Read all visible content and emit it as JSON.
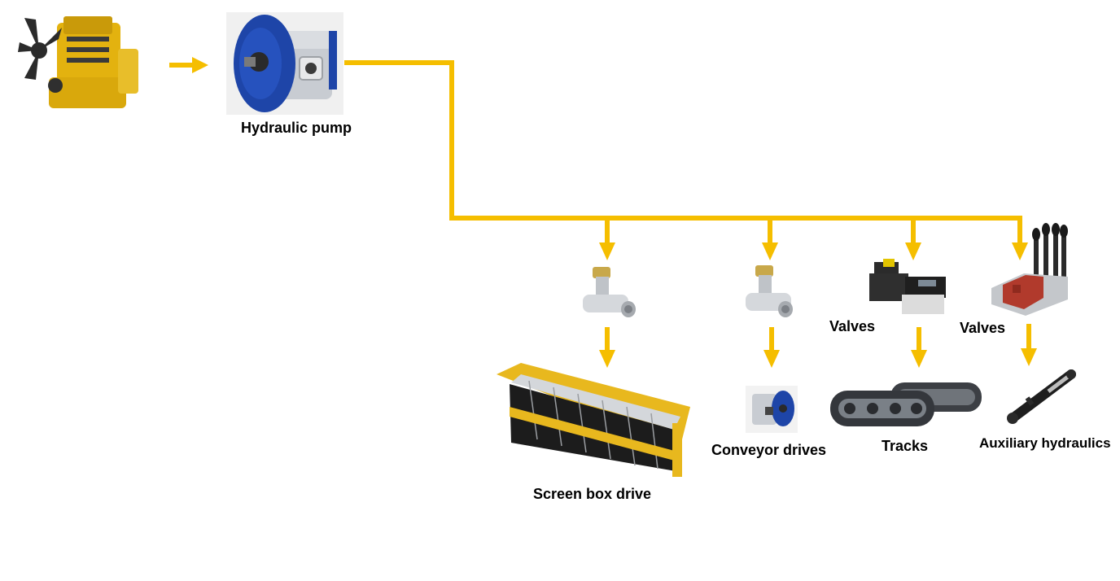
{
  "colors": {
    "flow": "#F5BE00",
    "engine_yellow": "#E3B20F",
    "engine_dark": "#3A3A3A",
    "pump_blue": "#1E45A8",
    "steel": "#C9CDD2",
    "black": "#1C1C1C",
    "screen_yellow": "#E8B81E"
  },
  "labels": {
    "hydraulic_pump": "Hydraulic pump",
    "screen_box_drive": "Screen box drive",
    "conveyor_drives": "Conveyor drives",
    "tracks": "Tracks",
    "valves_1": "Valves",
    "valves_2": "Valves",
    "auxiliary_hydraulics": "Auxiliary hydraulics"
  },
  "icons": {
    "engine": "diesel-engine-icon",
    "pump": "hydraulic-pump-icon",
    "flow_valve": "flow-control-valve-icon",
    "solenoid_valve": "solenoid-valve-icon",
    "directional_valve": "directional-control-valve-icon",
    "screen_box": "screen-box-icon",
    "motor": "hydraulic-motor-icon",
    "tracks": "crawler-tracks-icon",
    "cylinder": "hydraulic-cylinder-icon"
  }
}
